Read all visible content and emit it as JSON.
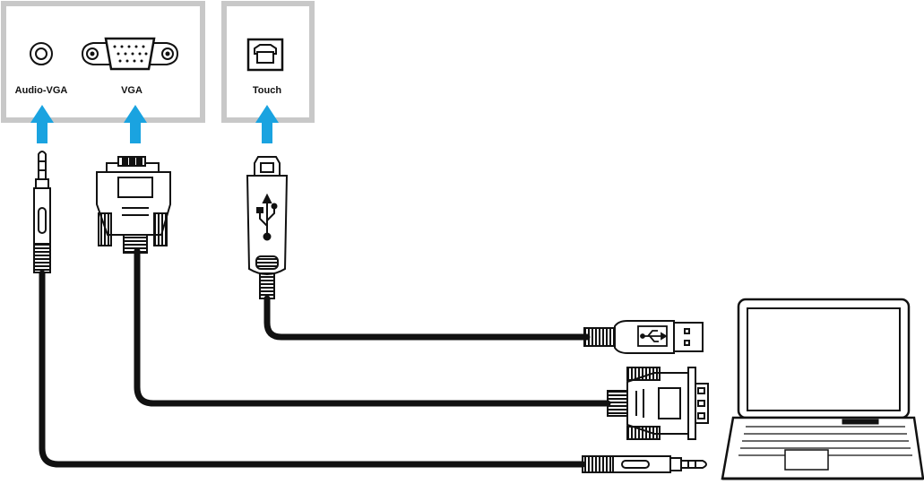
{
  "ports": {
    "audio_vga_label": "Audio-VGA",
    "vga_label": "VGA",
    "touch_label": "Touch"
  },
  "colors": {
    "panel_border": "#c8c8c8",
    "arrow": "#1aa3e0",
    "cable": "#111111"
  },
  "icons": [
    "audio-jack-icon",
    "vga-port-icon",
    "usb-b-port-icon",
    "usb-symbol-icon",
    "arrow-up-icon",
    "laptop-icon"
  ]
}
